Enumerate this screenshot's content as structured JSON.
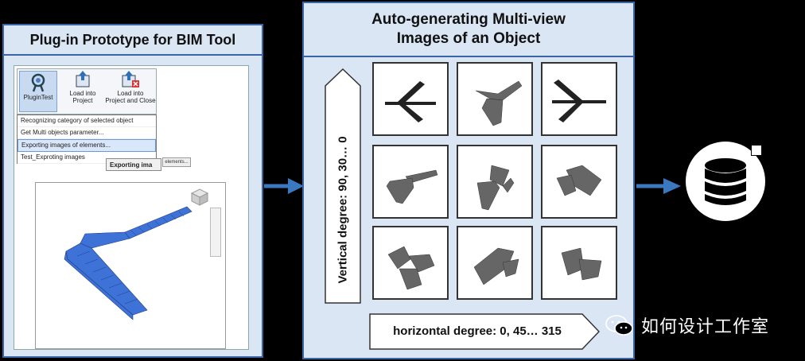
{
  "left_panel": {
    "title": "Plug-in Prototype for BIM Tool",
    "ribbon": {
      "plugin_test": "PluginTest",
      "load_project_line1": "Load into",
      "load_project_line2": "Project",
      "load_close_line1": "Load into",
      "load_close_line2": "Project and Close"
    },
    "menu_items": [
      "Recognizing category of selected object",
      "Get Multi objects parameter...",
      "Exporting images of elements...",
      "Test_Exproting images"
    ],
    "tooltip": "Exporting ima",
    "elements_tab": "elements..."
  },
  "mid_panel": {
    "title_line1": "Auto-generating Multi-view",
    "title_line2": "Images of an Object",
    "vertical_label": "Vertical degree: 90, 30… 0",
    "horizontal_label": "horizontal degree: 0, 45… 315"
  },
  "database": {
    "icon": "database-icon"
  },
  "watermark": {
    "text": "如何设计工作室",
    "icon": "wechat-icon"
  },
  "colors": {
    "panel_bg": "#dbe6f5",
    "panel_border": "#3a66a8",
    "arrow": "#3a78c0",
    "stair_blue": "#3f72d6"
  }
}
